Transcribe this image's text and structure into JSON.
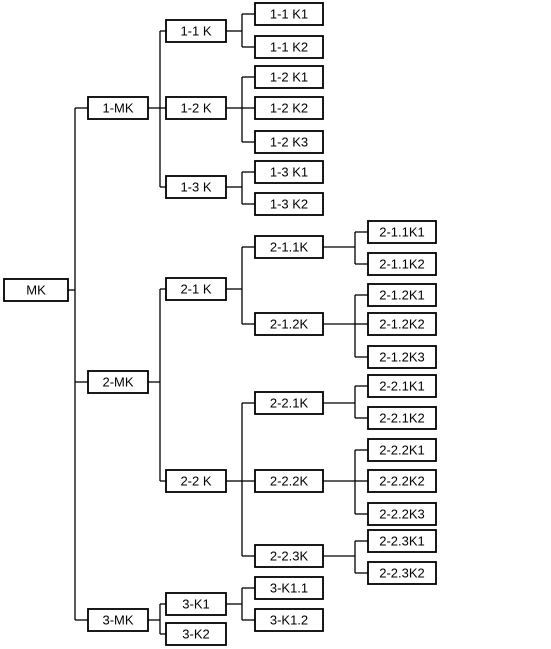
{
  "tree": {
    "label": "MK",
    "children": [
      {
        "label": "1-MK",
        "children": [
          {
            "label": "1-1 K",
            "children": [
              {
                "label": "1-1 K1"
              },
              {
                "label": "1-1 K2"
              }
            ]
          },
          {
            "label": "1-2 K",
            "children": [
              {
                "label": "1-2 K1"
              },
              {
                "label": "1-2 K2"
              },
              {
                "label": "1-2 K3"
              }
            ]
          },
          {
            "label": "1-3 K",
            "children": [
              {
                "label": "1-3 K1"
              },
              {
                "label": "1-3 K2"
              }
            ]
          }
        ]
      },
      {
        "label": "2-MK",
        "children": [
          {
            "label": "2-1 K",
            "children": [
              {
                "label": "2-1.1K",
                "children": [
                  {
                    "label": "2-1.1K1"
                  },
                  {
                    "label": "2-1.1K2"
                  }
                ]
              },
              {
                "label": "2-1.2K",
                "children": [
                  {
                    "label": "2-1.2K1"
                  },
                  {
                    "label": "2-1.2K2"
                  },
                  {
                    "label": "2-1.2K3"
                  }
                ]
              }
            ]
          },
          {
            "label": "2-2 K",
            "children": [
              {
                "label": "2-2.1K",
                "children": [
                  {
                    "label": "2-2.1K1"
                  },
                  {
                    "label": "2-2.1K2"
                  }
                ]
              },
              {
                "label": "2-2.2K",
                "children": [
                  {
                    "label": "2-2.2K1"
                  },
                  {
                    "label": "2-2.2K2"
                  },
                  {
                    "label": "2-2.2K3"
                  }
                ]
              },
              {
                "label": "2-2.3K",
                "children": [
                  {
                    "label": "2-2.3K1"
                  },
                  {
                    "label": "2-2.3K2"
                  }
                ]
              }
            ]
          }
        ]
      },
      {
        "label": "3-MK",
        "children": [
          {
            "label": "3-K1",
            "children": [
              {
                "label": "3-K1.1"
              },
              {
                "label": "3-K1.2"
              }
            ]
          },
          {
            "label": "3-K2"
          }
        ]
      }
    ]
  }
}
